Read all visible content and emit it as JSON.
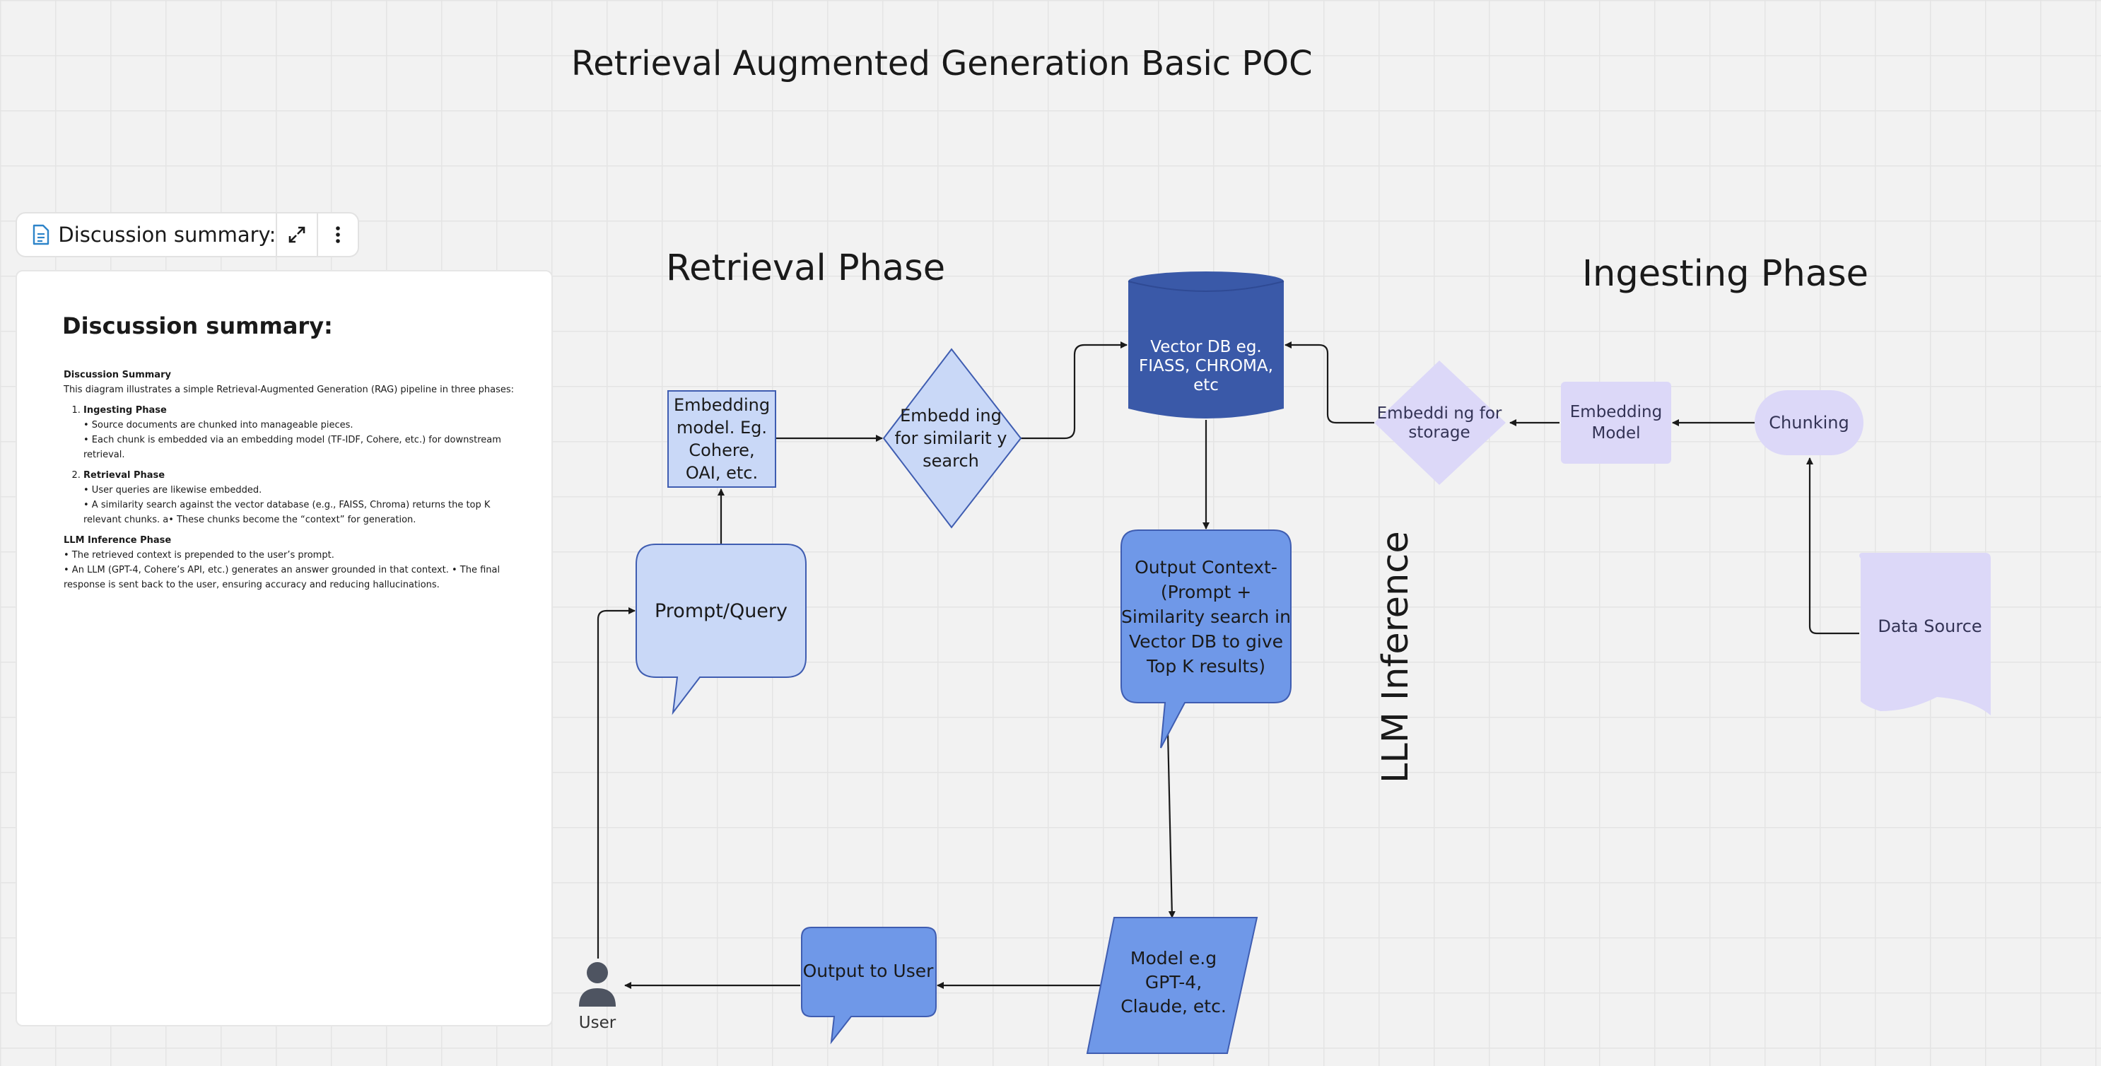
{
  "title": "Retrieval Augmented Generation Basic POC",
  "headings": {
    "retrieval": "Retrieval Phase",
    "ingesting": "Ingesting Phase",
    "llm": "LLM Inference"
  },
  "doc_toolbar": {
    "title": "Discussion summary:",
    "icons": [
      "document-icon",
      "expand-icon",
      "more-vertical-icon"
    ]
  },
  "doc": {
    "heading": "Discussion summary:",
    "summary_title": "Discussion Summary",
    "intro": "This diagram illustrates a simple Retrieval-Augmented Generation (RAG) pipeline in three phases:",
    "ingesting": {
      "title": "Ingesting Phase",
      "line1": "• Source documents are chunked into manageable pieces.",
      "line2": "• Each chunk is embedded via an embedding model (TF-IDF, Cohere, etc.) for downstream retrieval."
    },
    "retrieval": {
      "title": "Retrieval Phase",
      "line1": "• User queries are likewise embedded.",
      "line2": "• A similarity search against the vector database (e.g., FAISS, Chroma) returns the top K relevant chunks.  a• These chunks become the “context” for generation."
    },
    "llm": {
      "title": "LLM Inference Phase",
      "line1": "• The retrieved context is prepended to the user’s prompt.",
      "line2": "• An LLM (GPT-4, Cohere’s API, etc.) generates an answer grounded in that context.   • The final response is sent back to the user, ensuring accuracy and reducing hallucinations."
    }
  },
  "nodes": {
    "embedding_model_query": "Embedding model. Eg. Cohere, OAI, etc.",
    "embedding_similarity": "Embedd ing for similarit y search",
    "vector_db": "Vector DB eg. FIASS, CHROMA, etc",
    "embedding_storage": "Embeddi ng for storage",
    "embedding_model_ingest": "Embedding Model",
    "chunking": "Chunking",
    "data_source": "Data Source",
    "prompt": "Prompt/Query",
    "output_context": "Output Context- (Prompt + Similarity search in Vector DB to give Top K results)",
    "model": "Model e.g GPT-4, Claude, etc.",
    "output_user": "Output to User",
    "user": "User"
  },
  "colors": {
    "light_blue": "#c9d8f7",
    "mid_blue": "#6f98e8",
    "dark_blue": "#3a59a8",
    "lavender": "#dcd8f8",
    "outline": "#3f5db1",
    "user_icon": "#4e5461"
  }
}
